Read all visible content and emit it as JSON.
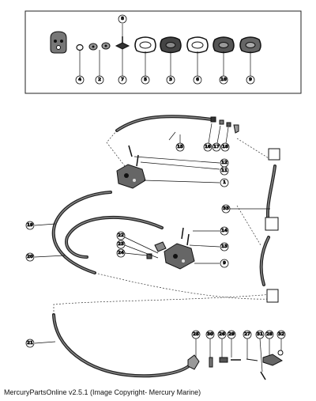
{
  "diagram": {
    "callouts": {
      "c1": "1",
      "c2": "2",
      "c3": "3",
      "c4": "4",
      "c5": "5",
      "c6": "6",
      "c7": "7",
      "c8": "8",
      "c9": "9",
      "c10": "10",
      "c11": "11",
      "c12": "12",
      "c13": "13",
      "c14": "14",
      "c15": "15",
      "c16": "16",
      "c17": "17",
      "c18": "18",
      "c19": "19",
      "c20": "20",
      "c21": "21",
      "c22": "22",
      "c23": "23",
      "c24": "24",
      "c25": "25",
      "c26": "26",
      "c27": "27",
      "c28": "28",
      "c29": "29",
      "c30": "30",
      "c31": "31",
      "c32": "32",
      "c33": "33",
      "c34": "34"
    }
  },
  "footer": {
    "caption": "MercuryPartsOnline v2.5.1 (Image Copyright- Mercury Marine)"
  }
}
